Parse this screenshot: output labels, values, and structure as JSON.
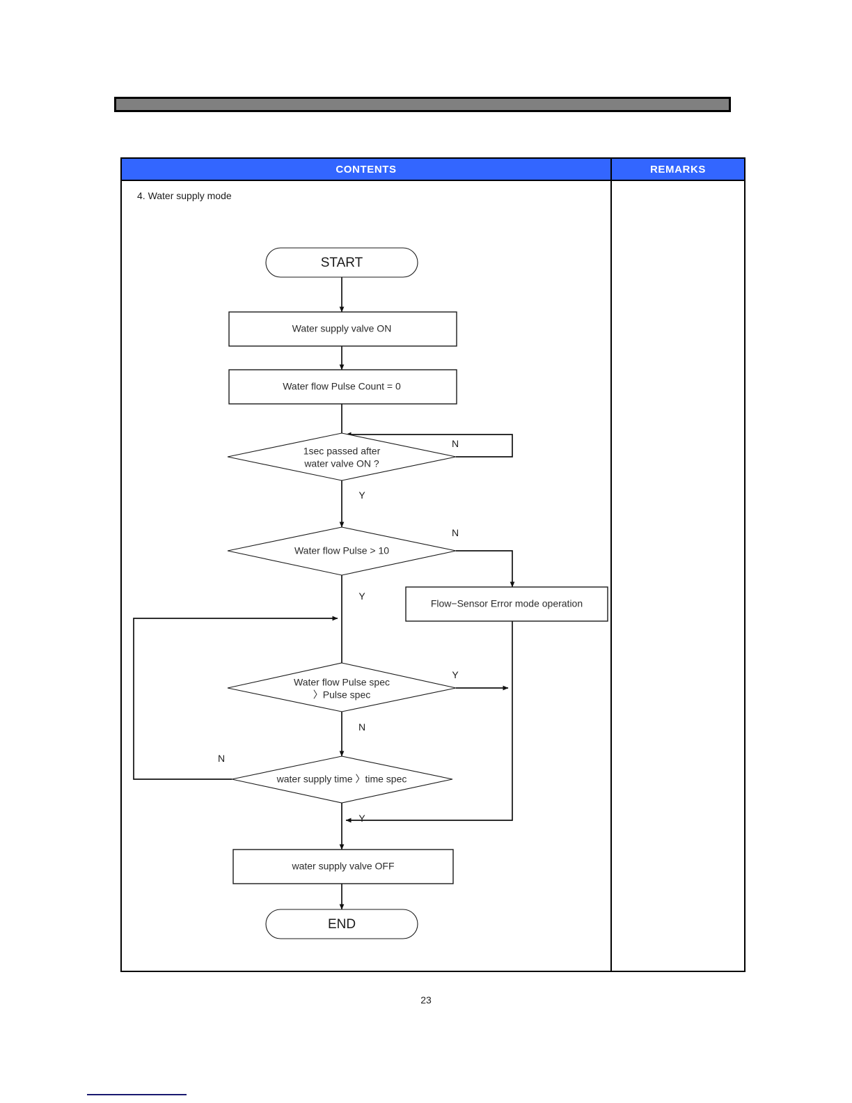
{
  "document": {
    "page_number": "23",
    "section_title": "4. Water supply mode"
  },
  "table": {
    "columns": [
      {
        "key": "contents",
        "label": "CONTENTS"
      },
      {
        "key": "remarks",
        "label": "REMARKS"
      }
    ],
    "header_background": "#3366FF",
    "header_text_color": "#FFFFFF",
    "remarks_cell_text": ""
  },
  "colors": {
    "header_bar": "#808080",
    "table_header": "#3366FF",
    "footer_rule": "#191970",
    "line": "#111111"
  },
  "chart_data": {
    "type": "diagram",
    "title": "4. Water supply mode",
    "nodes": [
      {
        "id": "start",
        "type": "terminator",
        "label": "START"
      },
      {
        "id": "valve_on",
        "type": "process",
        "label": "Water supply valve ON"
      },
      {
        "id": "pulse_zero",
        "type": "process",
        "label": "Water flow Pulse Count = 0"
      },
      {
        "id": "dec_1sec",
        "type": "decision",
        "label": "1sec passed after\nwater valve ON ?",
        "line1": "1sec passed after",
        "line2": "water valve ON ?"
      },
      {
        "id": "dec_pulse10",
        "type": "decision",
        "label": "Water flow Pulse  > 10",
        "line1": "Water flow Pulse  > 10",
        "line2": ""
      },
      {
        "id": "err_mode",
        "type": "process",
        "label": "Flow−Sensor Error mode operation"
      },
      {
        "id": "dec_spec",
        "type": "decision",
        "label": "Water flow Pulse spec\n〉Pulse spec",
        "line1": "Water flow Pulse spec",
        "line2": "〉Pulse spec"
      },
      {
        "id": "dec_time",
        "type": "decision",
        "label": "water supply time 〉time spec",
        "line1": "water supply time 〉time spec",
        "line2": ""
      },
      {
        "id": "valve_off",
        "type": "process",
        "label": "water supply valve OFF"
      },
      {
        "id": "end",
        "type": "terminator",
        "label": "END"
      }
    ],
    "edges": [
      {
        "from": "start",
        "to": "valve_on",
        "label": ""
      },
      {
        "from": "valve_on",
        "to": "pulse_zero",
        "label": ""
      },
      {
        "from": "pulse_zero",
        "to": "dec_1sec",
        "label": ""
      },
      {
        "from": "dec_1sec",
        "to": "dec_1sec",
        "label": "N"
      },
      {
        "from": "dec_1sec",
        "to": "dec_pulse10",
        "label": "Y"
      },
      {
        "from": "dec_pulse10",
        "to": "err_mode",
        "label": "N"
      },
      {
        "from": "dec_pulse10",
        "to": "dec_spec",
        "label": "Y"
      },
      {
        "from": "err_mode",
        "to": "valve_off",
        "label": ""
      },
      {
        "from": "dec_spec",
        "to": "valve_off",
        "label": "Y"
      },
      {
        "from": "dec_spec",
        "to": "dec_time",
        "label": "N"
      },
      {
        "from": "dec_time",
        "to": "dec_spec",
        "label": "N"
      },
      {
        "from": "dec_time",
        "to": "valve_off",
        "label": "Y"
      },
      {
        "from": "valve_off",
        "to": "end",
        "label": ""
      }
    ],
    "branch_labels": {
      "n1": "N",
      "y1": "Y",
      "n2": "N",
      "y2": "Y",
      "y3": "Y",
      "n3": "N",
      "n4": "N",
      "y4": "Y"
    }
  }
}
